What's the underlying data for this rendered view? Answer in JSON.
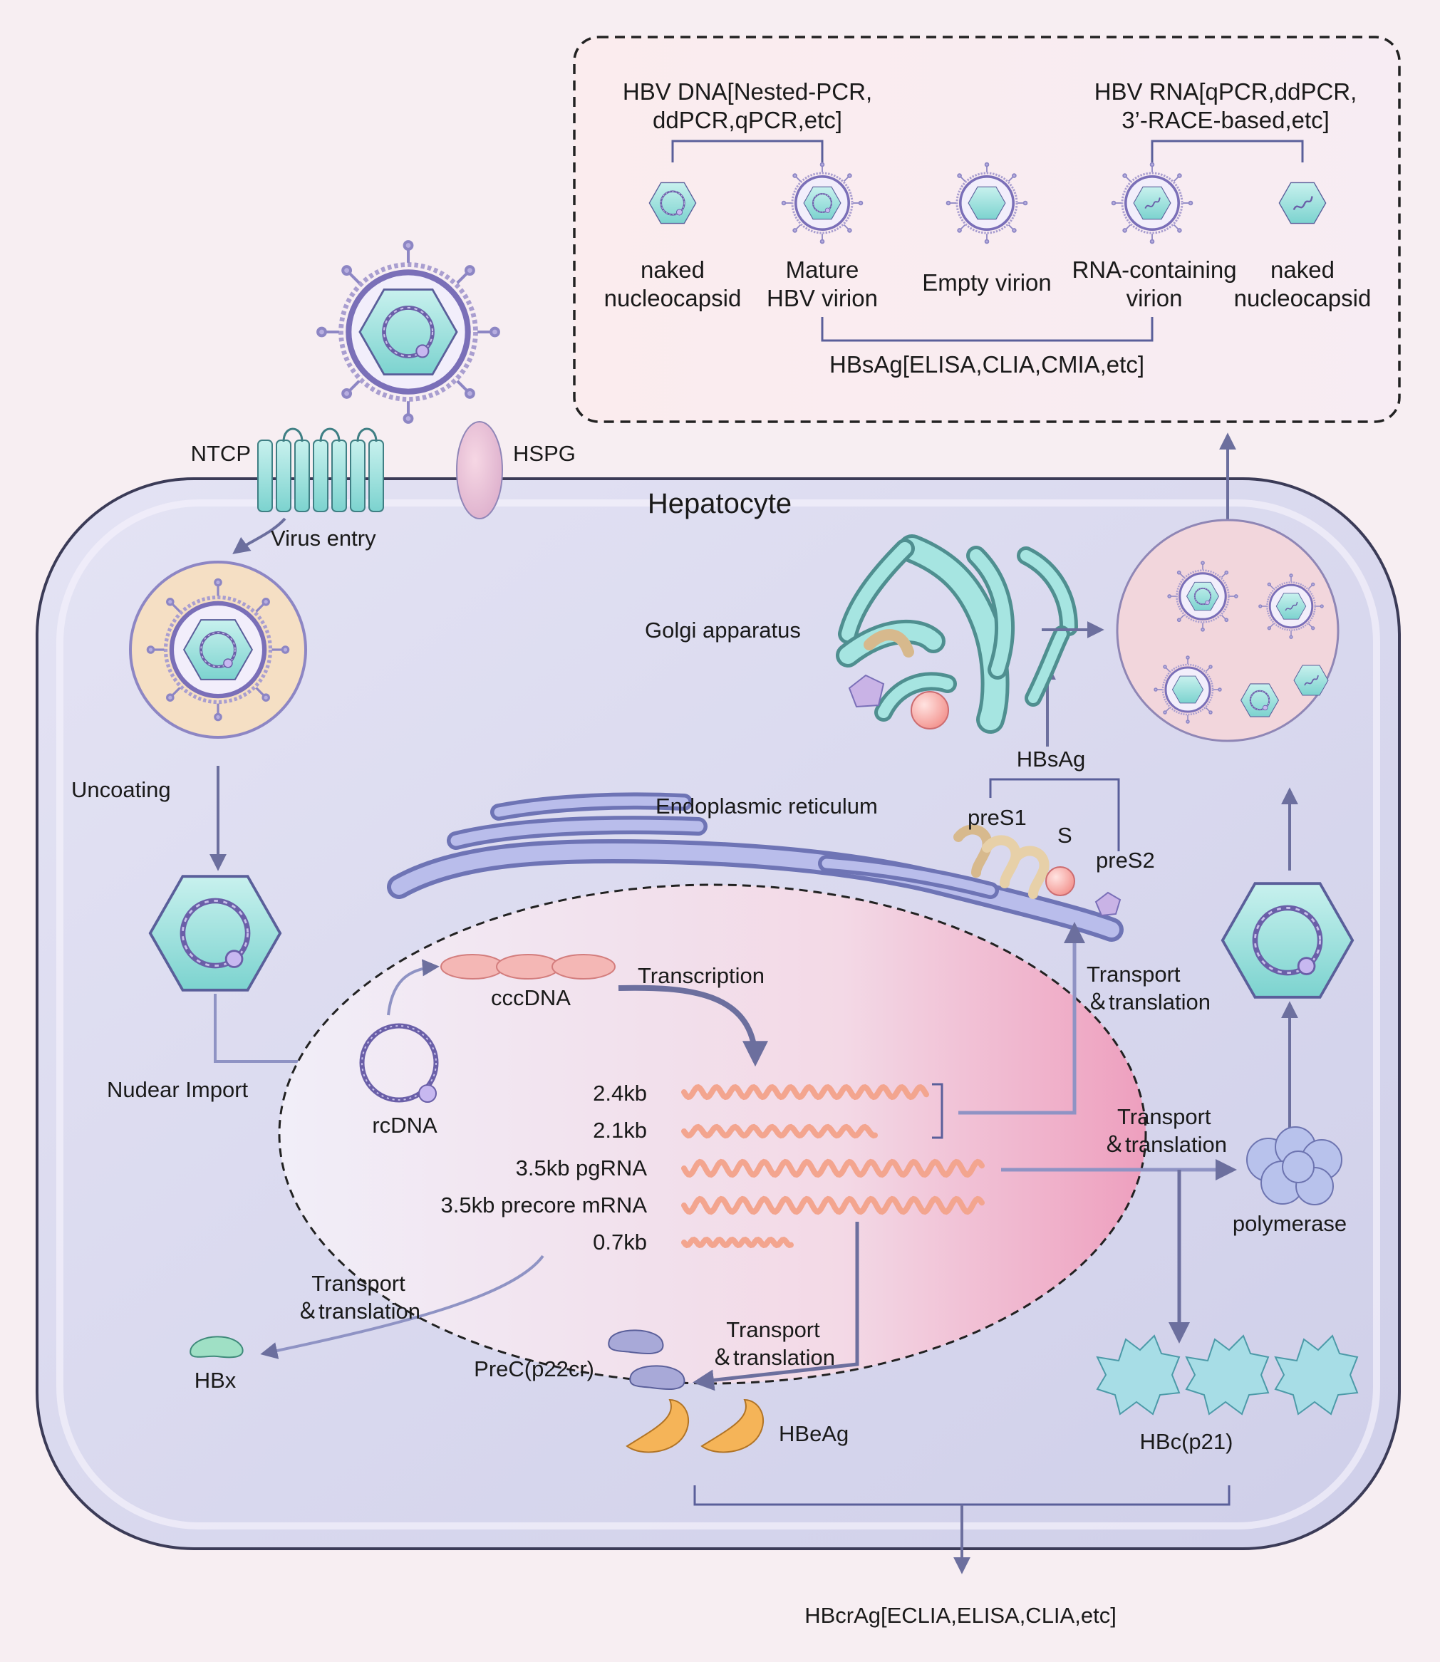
{
  "cell_title": "Hepatocyte",
  "receptors": {
    "ntcp": "NTCP",
    "hspg": "HSPG"
  },
  "steps": {
    "entry": "Virus entry",
    "uncoating": "Uncoating",
    "nuclear_import": "Nudear Import",
    "transcription": "Transcription"
  },
  "organelles": {
    "golgi": "Golgi apparatus",
    "er": "Endoplasmic reticulum"
  },
  "nucleus": {
    "cccdna": "cccDNA",
    "rcdna": "rcDNA",
    "transcripts": [
      "2.4kb",
      "2.1kb",
      "3.5kb pgRNA",
      "3.5kb precore mRNA",
      "0.7kb"
    ]
  },
  "transport": {
    "line1": "Transport",
    "line2": "＆translation"
  },
  "surface": {
    "group": "HBsAg",
    "pres1": "preS1",
    "s": "S",
    "pres2": "preS2"
  },
  "proteins": {
    "polymerase": "polymerase",
    "hbx": "HBx",
    "prec": "PreC(p22cr)",
    "hbeag": "HBeAg",
    "hbc": "HBc(p21)"
  },
  "biomarkers": {
    "dna_line1": "HBV DNA[Nested-PCR,",
    "dna_line2": "ddPCR,qPCR,etc]",
    "rna_line1": "HBV RNA[qPCR,ddPCR,",
    "rna_line2": "3’-RACE-based,etc]",
    "hbsag": "HBsAg[ELISA,CLIA,CMIA,etc]",
    "hbcrag": "HBcrAg[ECLIA,ELISA,CLIA,etc]"
  },
  "particles": [
    {
      "line1": "naked",
      "line2": "nucleocapsid"
    },
    {
      "line1": "Mature",
      "line2": "HBV virion"
    },
    {
      "line1": "Empty virion",
      "line2": ""
    },
    {
      "line1": "RNA-containing",
      "line2": "virion"
    },
    {
      "line1": "naked",
      "line2": "nucleocapsid"
    }
  ],
  "colors": {
    "background": "#f7eef2",
    "cell": "#dcdbef",
    "cell_border": "#3b3b57",
    "arrow": "#6c6f9e",
    "capsid": "#c9ecea",
    "envelope": "#a99ed0",
    "rna": "#f3a58f",
    "cccdna": "#f4b7b5",
    "hbeag": "#f5b458",
    "hbx": "#9fe0c5",
    "hbc": "#a7dde6",
    "prec": "#a8a9d8"
  }
}
